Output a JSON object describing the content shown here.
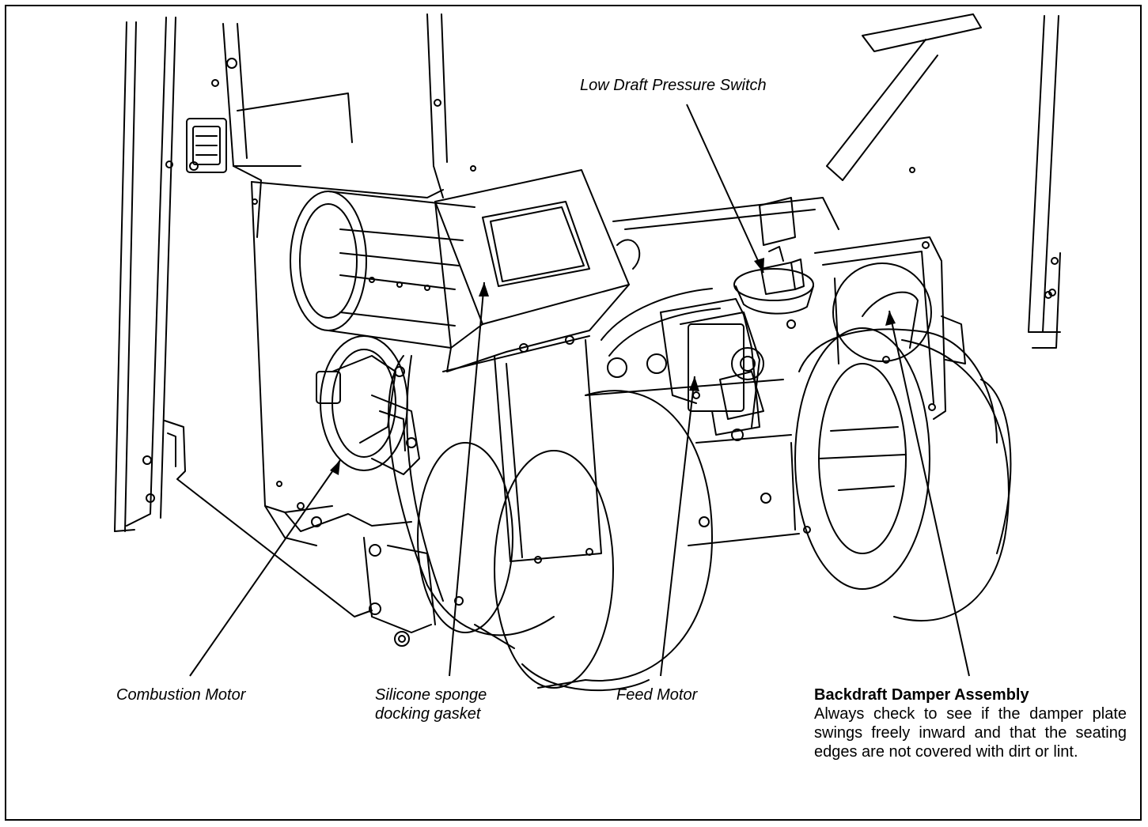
{
  "labels": {
    "low_draft_pressure_switch": "Low Draft Pressure Switch",
    "combustion_motor": "Combustion Motor",
    "silicone_gasket_line1": "Silicone sponge",
    "silicone_gasket_line2": "docking gasket",
    "feed_motor": "Feed Motor",
    "backdraft_damper_title": "Backdraft Damper Assembly",
    "backdraft_damper_description": "Always check to see if the damper plate swings freely inward and that the seating edges are not covered with dirt or lint."
  },
  "colors": {
    "line": "#000000",
    "background": "#ffffff"
  }
}
